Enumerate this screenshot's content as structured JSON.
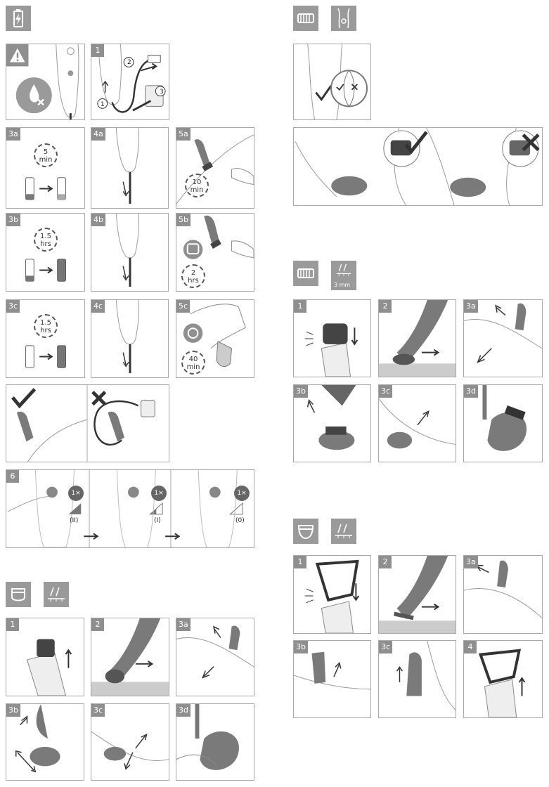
{
  "sections": {
    "charging": {
      "step_1": "1",
      "callouts": [
        "1",
        "2",
        "3"
      ],
      "battery_steps": [
        {
          "id": "3a",
          "time": "5",
          "unit": "min"
        },
        {
          "id": "3b",
          "time": "1.5",
          "unit": "hrs"
        },
        {
          "id": "3c",
          "time": "1.5",
          "unit": "hrs"
        }
      ],
      "cord_steps": [
        "4a",
        "4b",
        "4c"
      ],
      "use_steps": [
        {
          "id": "5a",
          "time": "10",
          "unit": "min"
        },
        {
          "id": "5b",
          "time": "2",
          "unit": "hrs"
        },
        {
          "id": "5c",
          "time": "40",
          "unit": "min"
        }
      ],
      "step_6": "6",
      "press": [
        "1×",
        "1×",
        "1×"
      ],
      "speed": [
        "(II)",
        "(I)",
        "(0)"
      ]
    },
    "shaver_head": {
      "steps": [
        "1",
        "2",
        "3a",
        "3b",
        "3c",
        "3d"
      ]
    },
    "bikini_trimmer": {
      "comb_label": "3 mm",
      "steps": [
        "1",
        "2",
        "3a",
        "3b",
        "3c",
        "3d"
      ]
    },
    "shaving_foil": {
      "steps": [
        "1",
        "2",
        "3a",
        "3b",
        "3c",
        "4"
      ]
    }
  },
  "icons": [
    "battery-charge-icon",
    "warning-icon",
    "no-water-icon",
    "trimmer-comb-icon",
    "bikini-area-icon",
    "shaver-head-icon",
    "hair-length-icon",
    "check-icon",
    "cross-icon"
  ]
}
